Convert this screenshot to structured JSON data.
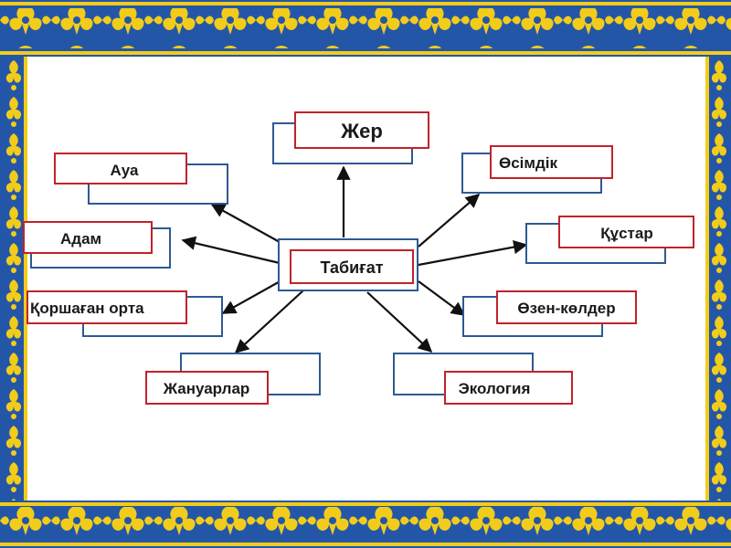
{
  "center": {
    "label": "Табиғат"
  },
  "nodes": [
    {
      "id": "zher",
      "label": "Жер"
    },
    {
      "id": "aua",
      "label": "Ауа"
    },
    {
      "id": "osimdik",
      "label": "Өсімдік"
    },
    {
      "id": "adam",
      "label": "Адам"
    },
    {
      "id": "qustar",
      "label": "Құстар"
    },
    {
      "id": "korshagan",
      "label": "Қоршаған орта"
    },
    {
      "id": "ozen",
      "label": "Өзен-көлдер"
    },
    {
      "id": "zhanuarlar",
      "label": "Жануарлар"
    },
    {
      "id": "ekologiya",
      "label": "Экология"
    }
  ],
  "colors": {
    "frame_blue": "#2456a8",
    "ornament_yellow": "#f2cc1a",
    "front_box_border": "#c0232b",
    "back_box_border": "#2d5a93",
    "arrow": "#111111"
  }
}
